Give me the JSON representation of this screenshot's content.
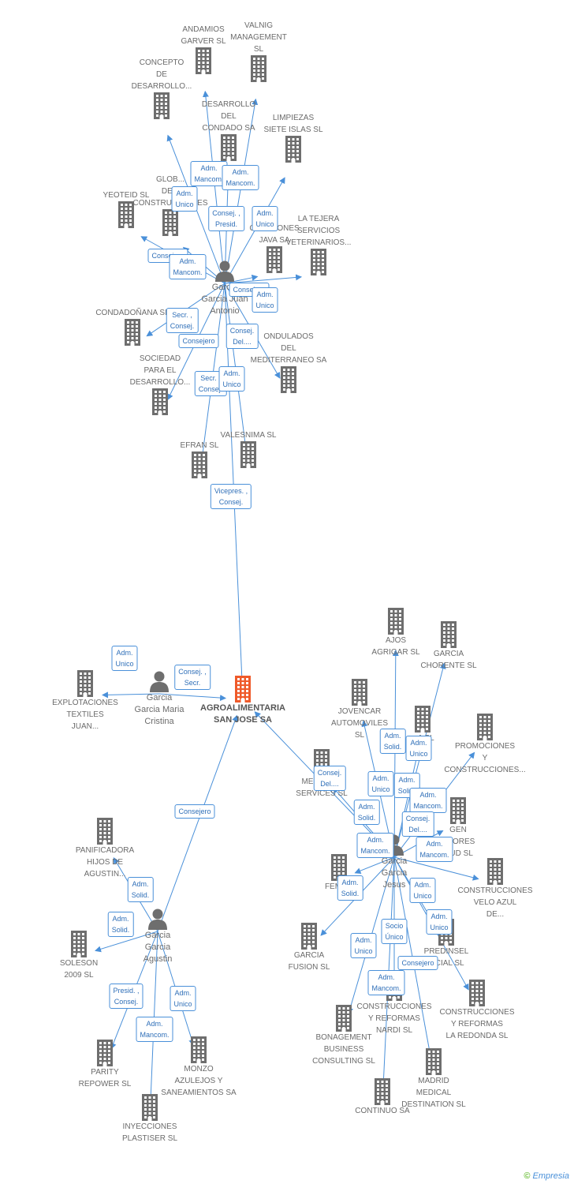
{
  "nodes": [
    {
      "id": "andamios",
      "label": "ANDAMIOS\nGARVER  SL",
      "kind": "company"
    },
    {
      "id": "valnig",
      "label": "VALNIG\nMANAGEMENT\nSL",
      "kind": "company"
    },
    {
      "id": "concepto",
      "label": "CONCEPTO\nDE\nDESARROLLO...",
      "kind": "company"
    },
    {
      "id": "desarrollo_condado",
      "label": "DESARROLLO\nDEL\nCONDADO SA",
      "kind": "company"
    },
    {
      "id": "limpiezas",
      "label": "LIMPIEZAS\nSIETE ISLAS SL",
      "kind": "company"
    },
    {
      "id": "yeoteid",
      "label": "YEOTEID SL",
      "kind": "company"
    },
    {
      "id": "glob",
      "label": "GLOB...\nDE...\nCONSTRUCCIONES",
      "kind": "company"
    },
    {
      "id": "colchones",
      "label": "COLCHONES\nJAVA SA",
      "kind": "company"
    },
    {
      "id": "latejera",
      "label": "LA TEJERA\nSERVICIOS\nVETERINARIOS...",
      "kind": "company"
    },
    {
      "id": "p_juan",
      "label": "Garcia\nGarcia Juan\nAntonio",
      "kind": "person"
    },
    {
      "id": "condadonana",
      "label": "CONDADOÑANA SL",
      "kind": "company"
    },
    {
      "id": "ondulados",
      "label": "ONDULADOS\nDEL\nMEDITERRANEO SA",
      "kind": "company"
    },
    {
      "id": "sociedad",
      "label": "SOCIEDAD\nPARA EL\nDESARROLLO...",
      "kind": "company"
    },
    {
      "id": "efran",
      "label": "EFRAN SL",
      "kind": "company"
    },
    {
      "id": "valesnima",
      "label": "VALESNIMA SL",
      "kind": "company"
    },
    {
      "id": "main",
      "label": "AGROALIMENTARIA\nSAN JOSE SA",
      "kind": "focus"
    },
    {
      "id": "explotaciones",
      "label": "EXPLOTACIONES\nTEXTILES\nJUAN...",
      "kind": "company"
    },
    {
      "id": "p_cristina",
      "label": "Garcia\nGarcia Maria\nCristina",
      "kind": "person"
    },
    {
      "id": "ajos",
      "label": "AJOS\nAGRIGAR  SL",
      "kind": "company"
    },
    {
      "id": "chorente",
      "label": "GARCIA\nCHORENTE SL",
      "kind": "company"
    },
    {
      "id": "jovencar",
      "label": "JOVENCAR\nAUTOMOVILES\nSL",
      "kind": "company"
    },
    {
      "id": "xa",
      "label": "...A SL",
      "kind": "company"
    },
    {
      "id": "promociones",
      "label": "PROMOCIONES\nY\nCONSTRUCCIONES...",
      "kind": "company"
    },
    {
      "id": "medhe",
      "label": "MEDHE...E\nSERVICES  SL",
      "kind": "company"
    },
    {
      "id": "gen",
      "label": "GEN\n...TORES\n...UD SL",
      "kind": "company"
    },
    {
      "id": "panificadora",
      "label": "PANIFICADORA\nHIJOS DE\nAGUSTIN...",
      "kind": "company"
    },
    {
      "id": "fema",
      "label": "FEMA...",
      "kind": "company"
    },
    {
      "id": "p_jesus",
      "label": "Garcia\nGarcia\nJesus",
      "kind": "person"
    },
    {
      "id": "velo",
      "label": "CONSTRUCCIONES\nVELO AZUL\nDE...",
      "kind": "company"
    },
    {
      "id": "p_agustin",
      "label": "Garcia\nGarcia\nAgustin",
      "kind": "person"
    },
    {
      "id": "soleson",
      "label": "SOLESON\n2009 SL",
      "kind": "company"
    },
    {
      "id": "garcia_fusion",
      "label": "GARCIA\nFUSION SL",
      "kind": "company"
    },
    {
      "id": "predinsel",
      "label": "PREDINSEL\n...CIAL SL",
      "kind": "company"
    },
    {
      "id": "nardi",
      "label": "CONSTRUCCIONES\nY REFORMAS\nNARDI SL",
      "kind": "company"
    },
    {
      "id": "laredonda",
      "label": "CONSTRUCCIONES\nY REFORMAS\nLA REDONDA SL",
      "kind": "company"
    },
    {
      "id": "parity",
      "label": "PARITY\nREPOWER SL",
      "kind": "company"
    },
    {
      "id": "monzo",
      "label": "MONZO\nAZULEJOS Y\nSANEAMIENTOS SA",
      "kind": "company"
    },
    {
      "id": "bonagement",
      "label": "BONAGEMENT\nBUSINESS\nCONSULTING SL",
      "kind": "company"
    },
    {
      "id": "continuo",
      "label": "CONTINUO SA",
      "kind": "company"
    },
    {
      "id": "madrid",
      "label": "MADRID\nMEDICAL\nDESTINATION SL",
      "kind": "company"
    },
    {
      "id": "inyecciones",
      "label": "INYECCIONES\nPLASTISER  SL",
      "kind": "company"
    }
  ],
  "edge_labels": [
    "Adm.\nMancom.",
    "Adm.\nMancom.",
    "Adm.\nUnico",
    "Consej. ,\nPresid.",
    "Adm.\nUnico",
    "Consejero",
    "Adm.\nMancom.",
    "Consejero",
    "Adm.\nUnico",
    "Secr. ,\nConsej.",
    "Consejero",
    "Consej.\nDel....",
    "Secr. ,\nConsej.",
    "Adm.\nUnico",
    "Vicepres. ,\nConsej.",
    "Adm.\nUnico",
    "Consej. ,\nSecr.",
    "Consejero",
    "Adm.\nSolid.",
    "Adm.\nSolid.",
    "Presid. ,\nConsej.",
    "Adm.\nUnico",
    "Adm.\nMancom.",
    "Adm.\nSolid.",
    "Adm.\nUnico",
    "Consej.\nDel....",
    "Adm.\nUnico",
    "Adm.\nSolid.",
    "Adm.\nSolid.",
    "Adm.\nMancom.",
    "Consej.\nDel....",
    "Adm.\nMancom.",
    "Adm.\nMancom.",
    "Adm.\nSolid.",
    "Adm.\nUnico",
    "Adm.\nUnico",
    "Adm.\nUnico",
    "Socio\nÚnico",
    "Consejero",
    "Adm.\nMancom."
  ],
  "brand": {
    "symbol": "©",
    "name": "Empresia"
  },
  "colors": {
    "company": "#6e6e6e",
    "focus": "#ef5a2a",
    "person": "#6e6e6e",
    "edge": "#4a90d9"
  }
}
